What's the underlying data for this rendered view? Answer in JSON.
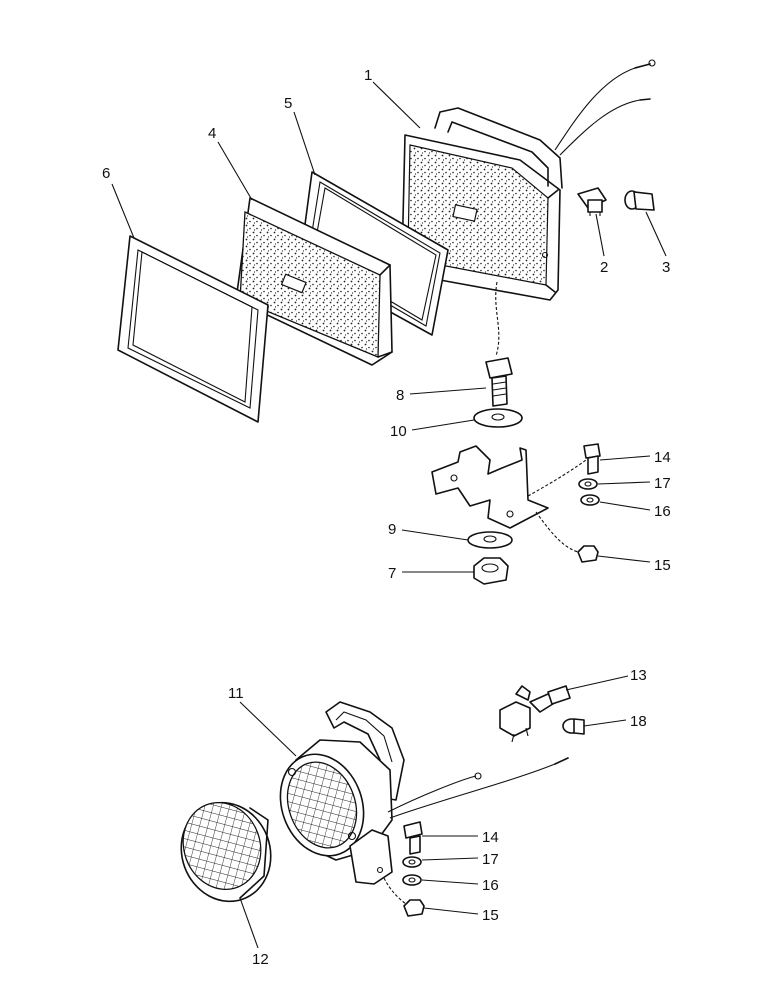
{
  "callouts": {
    "c1": "1",
    "c2": "2",
    "c3": "3",
    "c4": "4",
    "c5": "5",
    "c6": "6",
    "c7": "7",
    "c8": "8",
    "c9": "9",
    "c10": "10",
    "c11": "11",
    "c12": "12",
    "c13": "13",
    "c14a": "14",
    "c15a": "15",
    "c16a": "16",
    "c17a": "17",
    "c14b": "14",
    "c15b": "15",
    "c16b": "16",
    "c17b": "17",
    "c18": "18"
  }
}
